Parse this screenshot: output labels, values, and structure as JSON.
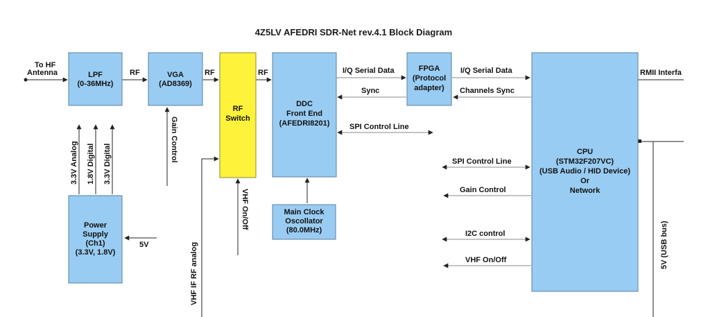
{
  "title": "4Z5LV AFEDRI SDR-Net rev.4.1  Block Diagram",
  "blocks": {
    "lpf": {
      "line1": "LPF",
      "line2": "(0-36MHz)"
    },
    "vga": {
      "line1": "VGA",
      "line2": "(AD8369)"
    },
    "rf_switch": {
      "line1": "RF",
      "line2": "Switch"
    },
    "ddc": {
      "line1": "DDC",
      "line2": "Front End",
      "line3": "(AFEDRI8201)"
    },
    "fpga": {
      "line1": "FPGA",
      "line2": "(Protocol",
      "line3": "adapter)"
    },
    "cpu": {
      "line1": "CPU",
      "line2": "(STM32F207VC)",
      "line3": "(USB Audio / HID Device)",
      "line4": "Or",
      "line5": "Network"
    },
    "power": {
      "line1": "Power",
      "line2": "Supply",
      "line3": "(Ch1)",
      "line4": "(3.3V, 1.8V)"
    },
    "clock": {
      "line1": "Main Clock",
      "line2": "Oscollator",
      "line3": "(80.0MHz)"
    }
  },
  "labels": {
    "to_hf_1": "To HF",
    "to_hf_2": "Antenna",
    "rf1": "RF",
    "rf2": "RF",
    "rf3": "RF",
    "gain_control_v": "Gain Control",
    "iq1": "I/Q Serial Data",
    "iq2": "I/Q Serial Data",
    "sync": "Sync",
    "channels_sync": "Channels Sync",
    "spi_ddc": "SPI Control Line",
    "spi_cpu": "SPI Control Line",
    "gain_cpu": "Gain Control",
    "i2c": "I2C control",
    "vhf_cpu": "VHF On/Off",
    "vhf_sw": "VHF On/Off",
    "vhf_if": "VHF IF RF analog",
    "rmii": "RMII Interfa",
    "v33a": "3.3V Analog",
    "v18d": "1.8V Digital",
    "v33d": "3.3V Digital",
    "v5": "5V",
    "usb5v": "5V (USB bus)"
  }
}
